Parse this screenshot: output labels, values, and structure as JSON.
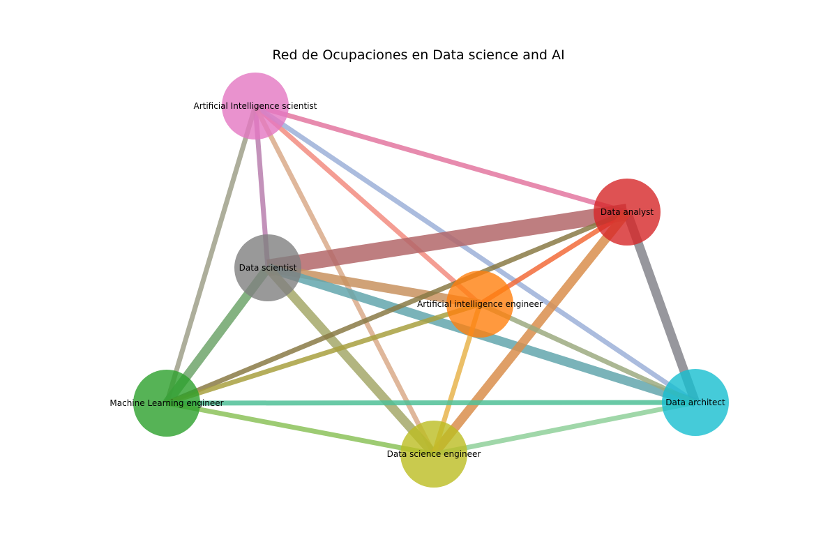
{
  "title": "Red de Ocupaciones en Data science and AI",
  "nodes": [
    {
      "id": "ais",
      "label": "Artificial Intelligence scientist",
      "color": "#e377c2"
    },
    {
      "id": "da",
      "label": "Data analyst",
      "color": "#d62728"
    },
    {
      "id": "ds",
      "label": "Data scientist",
      "color": "#7f7f7f"
    },
    {
      "id": "aie",
      "label": "Artificial intelligence engineer",
      "color": "#ff7f0e"
    },
    {
      "id": "mle",
      "label": "Machine Learning engineer",
      "color": "#2ca02c"
    },
    {
      "id": "darc",
      "label": "Data architect",
      "color": "#17becf"
    },
    {
      "id": "dse",
      "label": "Data science engineer",
      "color": "#bcbd22"
    }
  ],
  "edges": [
    {
      "source": "ais",
      "target": "da",
      "weight": 1,
      "color": "#e377a0"
    },
    {
      "source": "ais",
      "target": "ds",
      "weight": 1,
      "color": "#b87fae"
    },
    {
      "source": "ais",
      "target": "aie",
      "weight": 1,
      "color": "#f28c80"
    },
    {
      "source": "ais",
      "target": "mle",
      "weight": 1,
      "color": "#9fa08a"
    },
    {
      "source": "ais",
      "target": "darc",
      "weight": 1,
      "color": "#9cb0d8"
    },
    {
      "source": "ais",
      "target": "dse",
      "weight": 1,
      "color": "#d9aa8a"
    },
    {
      "source": "ds",
      "target": "da",
      "weight": 3,
      "color": "#b3676a"
    },
    {
      "source": "ds",
      "target": "aie",
      "weight": 2,
      "color": "#c8925f"
    },
    {
      "source": "ds",
      "target": "mle",
      "weight": 2,
      "color": "#6ea56b"
    },
    {
      "source": "ds",
      "target": "darc",
      "weight": 2,
      "color": "#63a6ad"
    },
    {
      "source": "ds",
      "target": "dse",
      "weight": 2,
      "color": "#a5a86a"
    },
    {
      "source": "da",
      "target": "aie",
      "weight": 1,
      "color": "#f26b3a"
    },
    {
      "source": "da",
      "target": "mle",
      "weight": 1,
      "color": "#8a7a45"
    },
    {
      "source": "da",
      "target": "darc",
      "weight": 2,
      "color": "#85858c"
    },
    {
      "source": "da",
      "target": "dse",
      "weight": 2,
      "color": "#d98e4c"
    },
    {
      "source": "aie",
      "target": "mle",
      "weight": 1,
      "color": "#a8a040"
    },
    {
      "source": "aie",
      "target": "darc",
      "weight": 1,
      "color": "#9caa80"
    },
    {
      "source": "aie",
      "target": "dse",
      "weight": 1,
      "color": "#e8b44e"
    },
    {
      "source": "mle",
      "target": "darc",
      "weight": 1,
      "color": "#4fbf96"
    },
    {
      "source": "mle",
      "target": "dse",
      "weight": 1,
      "color": "#8cc25a"
    },
    {
      "source": "darc",
      "target": "dse",
      "weight": 1,
      "color": "#8fd09a"
    }
  ]
}
